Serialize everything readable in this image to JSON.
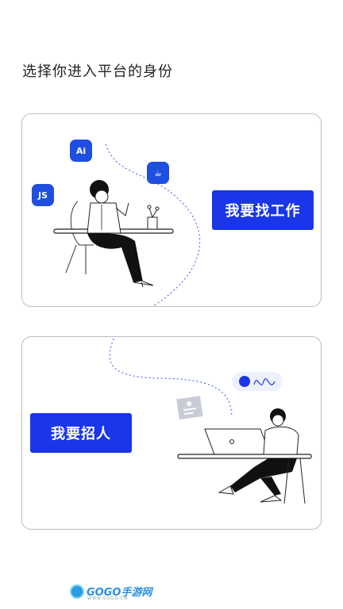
{
  "page": {
    "title": "选择你进入平台的身份"
  },
  "job_card": {
    "button_label": "我要找工作",
    "badges": [
      "Ai",
      "JS",
      "☕"
    ]
  },
  "hire_card": {
    "button_label": "我要招人"
  },
  "watermark": {
    "text": "GOGO手游网",
    "subtext": "WWW.GOGO.CN"
  },
  "colors": {
    "accent": "#1a36e8",
    "badge": "#1f4fe0",
    "border": "#bdbdbd"
  }
}
